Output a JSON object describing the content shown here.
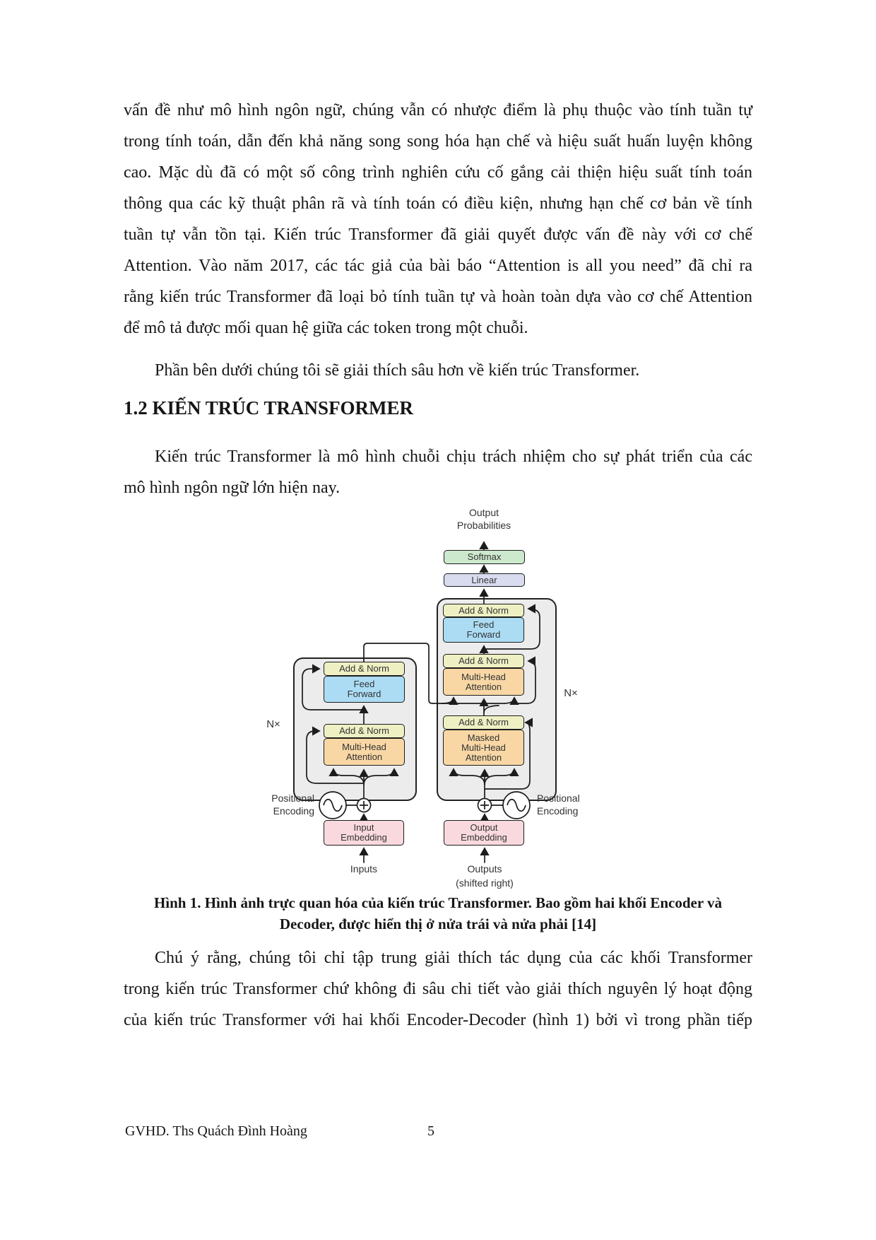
{
  "document": {
    "p1_lines": [
      "vấn đề như mô hình ngôn ngữ, chúng vẫn có nhược điểm là phụ thuộc vào tính tuần tự",
      "trong tính toán, dẫn đến khả năng song song hóa hạn chế và hiệu suất huấn luyện không",
      "cao. Mặc dù đã có một số công trình nghiên cứu cố gắng cải thiện hiệu suất tính toán",
      "thông qua các kỹ thuật phân rã và tính toán có điều kiện, nhưng hạn chế cơ bản về tính",
      "tuần tự vẫn tồn tại. Kiến trúc Transformer đã giải quyết được vấn đề này với cơ chế",
      "Attention. Vào năm 2017, các tác giả của bài báo “Attention is all you need” đã chỉ ra",
      "rằng kiến trúc Transformer đã loại bỏ tính tuần tự và hoàn toàn dựa vào cơ chế Attention",
      "để mô tả được mối quan hệ giữa các token trong một chuỗi."
    ],
    "p2": "Phần bên dưới chúng tôi sẽ giải thích sâu hơn về kiến trúc Transformer.",
    "heading": "1.2 KIẾN TRÚC TRANSFORMER",
    "p3_lines": [
      "Kiến trúc Transformer là mô hình chuỗi chịu trách nhiệm cho sự phát triển của các",
      "mô hình ngôn ngữ lớn hiện nay."
    ],
    "caption_line1": "Hình 1. Hình ảnh trực quan hóa của kiến trúc Transformer. Bao gồm hai khối Encoder và",
    "caption_line2": "Decoder, được hiển thị ở nửa trái và nửa phải [14]",
    "p4_lines": [
      "Chú ý rằng, chúng tôi chỉ tập trung giải thích tác dụng của các khối Transformer",
      "trong kiến trúc Transformer chứ không đi sâu chi tiết vào giải thích nguyên lý hoạt động",
      "của kiến trúc Transformer với hai khối Encoder-Decoder (hình 1) bởi vì trong phần tiếp"
    ],
    "footer_left": "GVHD. Ths Quách Đình Hoàng",
    "footer_page": "5"
  },
  "figure": {
    "output_probabilities": [
      "Output",
      "Probabilities"
    ],
    "softmax": "Softmax",
    "linear": "Linear",
    "add_norm": "Add & Norm",
    "feed_forward": [
      "Feed",
      "Forward"
    ],
    "multi_head": [
      "Multi-Head",
      "Attention"
    ],
    "masked_multi_head": [
      "Masked",
      "Multi-Head",
      "Attention"
    ],
    "input_embedding": [
      "Input",
      "Embedding"
    ],
    "output_embedding": [
      "Output",
      "Embedding"
    ],
    "inputs": "Inputs",
    "outputs": "Outputs",
    "shifted_right": "(shifted right)",
    "nx": "N×",
    "positional": "Positional",
    "encoding": "Encoding",
    "colors": {
      "softmax": "#cde9cd",
      "linear": "#d9dcef",
      "add_norm": "#eef0c3",
      "feed_forward": "#abdcf4",
      "attention": "#f8d7a5",
      "embedding": "#f9d9de",
      "block_background": "#ececec"
    }
  }
}
